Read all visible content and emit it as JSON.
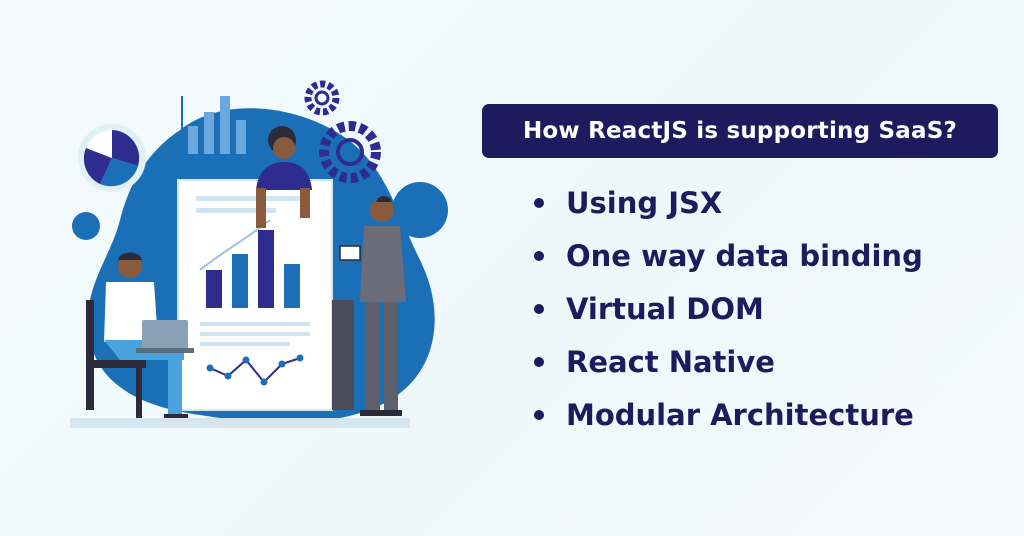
{
  "title": "How ReactJS is supporting SaaS?",
  "bullets": [
    "Using JSX",
    "One way data binding",
    "Virtual DOM",
    "React Native",
    "Modular Architecture"
  ],
  "colors": {
    "navy": "#1d1b5e",
    "blue": "#1b6fb6",
    "indigo": "#2e2c8f",
    "background": "#f4fbfd"
  }
}
